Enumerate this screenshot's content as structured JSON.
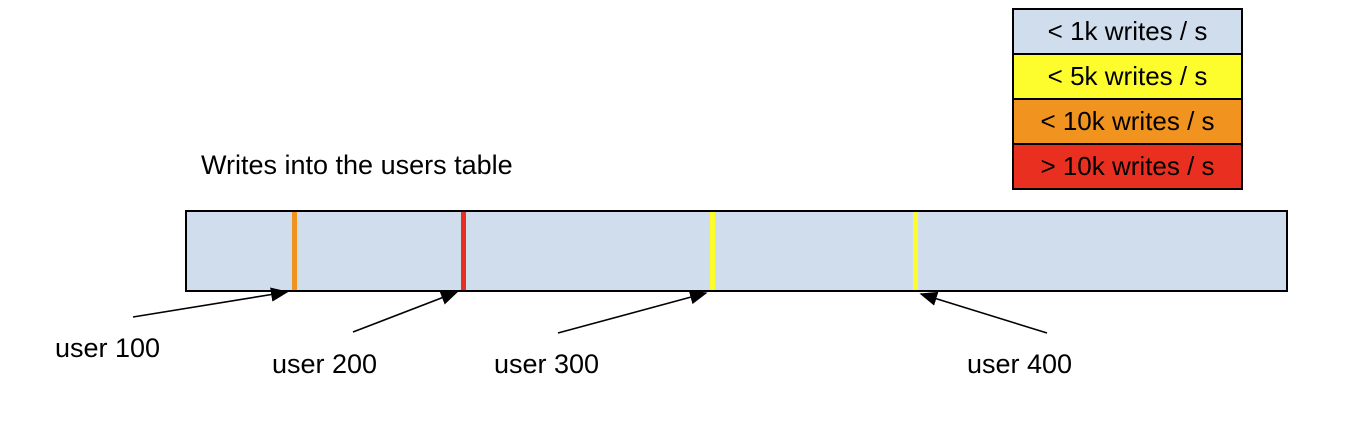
{
  "title": "Writes into the users table",
  "legend": {
    "items": [
      {
        "label": "< 1k writes / s",
        "color": "#cfdded"
      },
      {
        "label": "< 5k writes / s",
        "color": "#fdfd2e"
      },
      {
        "label": "< 10k writes / s",
        "color": "#f0931f"
      },
      {
        "label": "> 10k writes / s",
        "color": "#e93020"
      }
    ]
  },
  "bar": {
    "fill": "#cfdded",
    "border": "#000000"
  },
  "markers": [
    {
      "label": "user 100",
      "color": "#f0931f",
      "rate_band": "< 10k writes / s"
    },
    {
      "label": "user 200",
      "color": "#e93020",
      "rate_band": "> 10k writes / s"
    },
    {
      "label": "user 300",
      "color": "#fdfd2e",
      "rate_band": "< 5k writes / s"
    },
    {
      "label": "user 400",
      "color": "#fdfd2e",
      "rate_band": "< 5k writes / s"
    }
  ]
}
